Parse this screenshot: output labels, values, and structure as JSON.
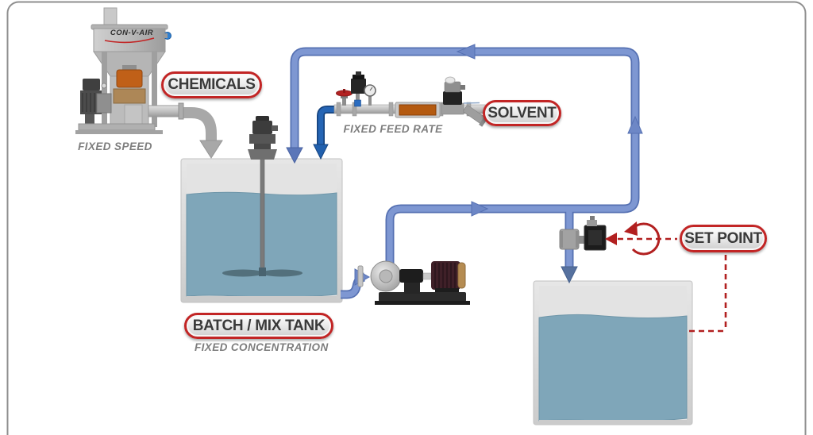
{
  "diagram": {
    "type": "batch-dilution-process-flow",
    "labels": {
      "chemicals": "CHEMICALS",
      "solvent": "SOLVENT",
      "batch_mix_tank": "BATCH / MIX TANK",
      "set_point": "SET POINT"
    },
    "captions": {
      "fixed_speed": "FIXED SPEED",
      "fixed_feed_rate": "FIXED FEED RATE",
      "fixed_concentration": "FIXED CONCENTRATION"
    },
    "equipment": {
      "feeder_brand": "CON-V-AIR"
    },
    "colors": {
      "recirculation_pipe": "#7e97d2",
      "recirculation_pipe_edge": "#5570b2",
      "solvent_feed_pipe": "#2565b5",
      "tank_liquid": "#7fa6b9",
      "tank_body": "#dcdcdc",
      "label_border": "#c22525",
      "label_text": "#3a3a3a",
      "caption_text": "#7d7d7d",
      "control_dashed_line": "#b22020",
      "chemicals_arrow": "#a8a8a8",
      "flow_meter_orange": "#b45a10"
    }
  }
}
